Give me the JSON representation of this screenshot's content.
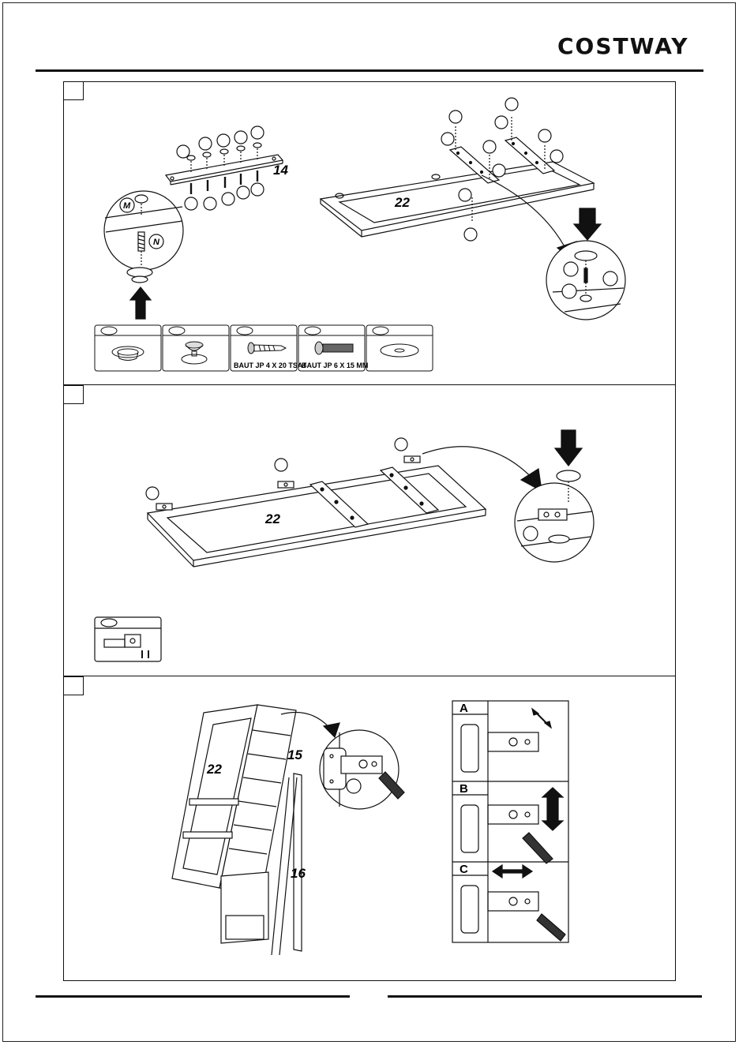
{
  "brand": {
    "logo_text": "COSTWAY"
  },
  "step1": {
    "part_numbers": {
      "crossbar": "14",
      "door_panel": "22"
    },
    "callout_letters": {
      "m": "M",
      "n": "N"
    },
    "hardware": [
      {
        "caption": "",
        "icon": "plastic-bushing"
      },
      {
        "caption": "",
        "icon": "knob"
      },
      {
        "caption": "BAUT JP 4 X 20 TSAT",
        "icon": "wood-screw"
      },
      {
        "caption": "BAUT JP 6 X 15 MM",
        "icon": "machine-screw"
      },
      {
        "caption": "",
        "icon": "washer"
      }
    ]
  },
  "step2": {
    "part_numbers": {
      "door_panel": "22"
    },
    "hardware_icon": "hinge-with-screws"
  },
  "step3": {
    "part_numbers": {
      "door_panel": "22",
      "frame_side": "15",
      "frame_back": "16"
    },
    "adjust_labels": {
      "a": "A",
      "b": "B",
      "c": "C"
    }
  }
}
